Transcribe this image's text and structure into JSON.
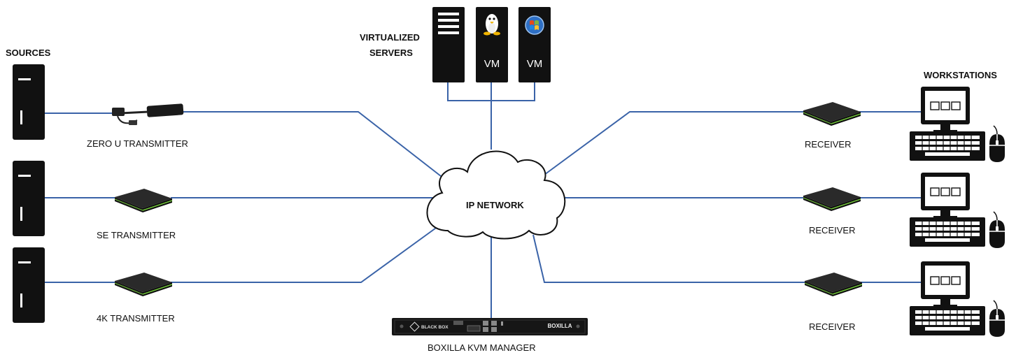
{
  "headers": {
    "sources": "SOURCES",
    "virtualized_servers_line1": "VIRTUALIZED",
    "virtualized_servers_line2": "SERVERS",
    "workstations": "WORKSTATIONS"
  },
  "network": {
    "label": "IP NETWORK"
  },
  "transmitters": [
    {
      "label": "ZERO U TRANSMITTER"
    },
    {
      "label": "SE TRANSMITTER"
    },
    {
      "label": "4K TRANSMITTER"
    }
  ],
  "receivers": [
    {
      "label": "RECEIVER"
    },
    {
      "label": "RECEIVER"
    },
    {
      "label": "RECEIVER"
    }
  ],
  "servers": {
    "vm_label": "VM"
  },
  "manager": {
    "label": "BOXILLA KVM MANAGER",
    "panel_brand": "BOXILLA",
    "panel_maker": "BLACK BOX"
  },
  "colors": {
    "link": "#3a63a8",
    "device": "#111111",
    "accent_green": "#6fbf3a"
  }
}
